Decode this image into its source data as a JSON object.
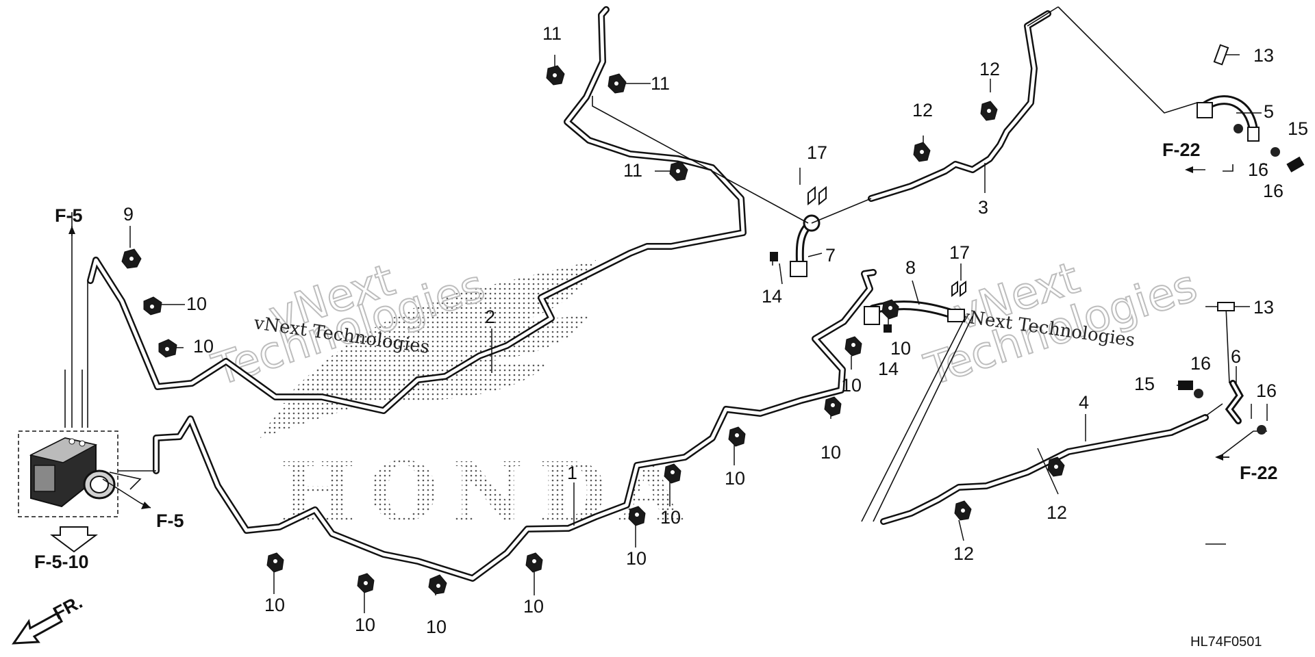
{
  "diagram": {
    "drawing_code": "HL74F0501",
    "brand_mark": "HONDA",
    "watermark": {
      "text_small": "vNext Technologies",
      "text_line1": "vNext",
      "text_line2": "Technologies"
    },
    "front_label": "FR.",
    "references": {
      "f5_top": "F-5",
      "f5_right": "F-5",
      "f5_10": "F-5-10",
      "f22_top": "F-22",
      "f22_bottom": "F-22"
    },
    "callouts": [
      {
        "id": "c1",
        "text": "1"
      },
      {
        "id": "c2",
        "text": "2"
      },
      {
        "id": "c3",
        "text": "3"
      },
      {
        "id": "c4",
        "text": "4"
      },
      {
        "id": "c5",
        "text": "5"
      },
      {
        "id": "c6",
        "text": "6"
      },
      {
        "id": "c7",
        "text": "7"
      },
      {
        "id": "c8",
        "text": "8"
      },
      {
        "id": "c9",
        "text": "9"
      },
      {
        "id": "c10a",
        "text": "10"
      },
      {
        "id": "c10b",
        "text": "10"
      },
      {
        "id": "c10c",
        "text": "10"
      },
      {
        "id": "c10d",
        "text": "10"
      },
      {
        "id": "c10e",
        "text": "10"
      },
      {
        "id": "c10f",
        "text": "10"
      },
      {
        "id": "c10g",
        "text": "10"
      },
      {
        "id": "c10h",
        "text": "10"
      },
      {
        "id": "c10i",
        "text": "10"
      },
      {
        "id": "c10j",
        "text": "10"
      },
      {
        "id": "c10k",
        "text": "10"
      },
      {
        "id": "c10l",
        "text": "10"
      },
      {
        "id": "c11a",
        "text": "11"
      },
      {
        "id": "c11b",
        "text": "11"
      },
      {
        "id": "c11c",
        "text": "11"
      },
      {
        "id": "c12a",
        "text": "12"
      },
      {
        "id": "c12b",
        "text": "12"
      },
      {
        "id": "c12c",
        "text": "12"
      },
      {
        "id": "c12d",
        "text": "12"
      },
      {
        "id": "c13a",
        "text": "13"
      },
      {
        "id": "c13b",
        "text": "13"
      },
      {
        "id": "c14a",
        "text": "14"
      },
      {
        "id": "c14b",
        "text": "14"
      },
      {
        "id": "c15a",
        "text": "15"
      },
      {
        "id": "c15b",
        "text": "15"
      },
      {
        "id": "c16a",
        "text": "16"
      },
      {
        "id": "c16b",
        "text": "16"
      },
      {
        "id": "c16c",
        "text": "16"
      },
      {
        "id": "c16d",
        "text": "16"
      },
      {
        "id": "c17a",
        "text": "17"
      },
      {
        "id": "c17b",
        "text": "17"
      }
    ]
  }
}
